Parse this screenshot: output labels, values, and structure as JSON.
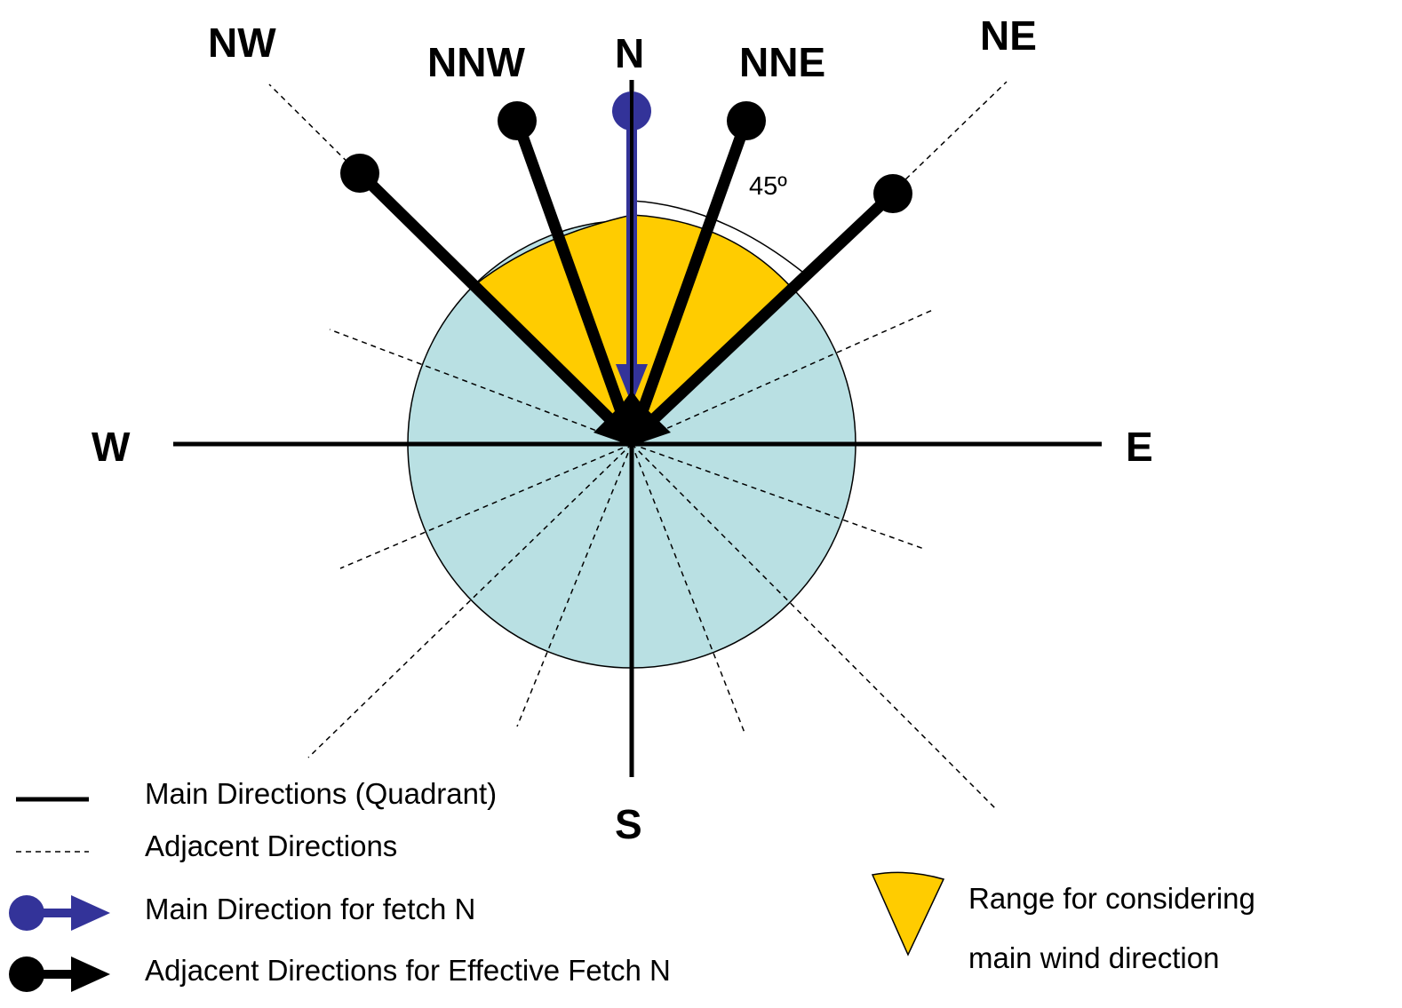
{
  "directions": {
    "nw": "NW",
    "nnw": "NNW",
    "n": "N",
    "nne": "NNE",
    "ne": "NE",
    "w": "W",
    "e": "E",
    "s": "S"
  },
  "angle_label": "45º",
  "colors": {
    "range": "#FFCC00",
    "circle": "#B9E0E3",
    "main": "#333399",
    "adjacent": "#000000"
  },
  "legend": {
    "main_directions": "Main Directions (Quadrant)",
    "adjacent_directions": "Adjacent Directions",
    "main_fetch": "Main Direction for fetch N",
    "adjacent_fetch": "Adjacent Directions for Effective Fetch N",
    "range_line1": "Range for considering",
    "range_line2": "main wind direction"
  }
}
